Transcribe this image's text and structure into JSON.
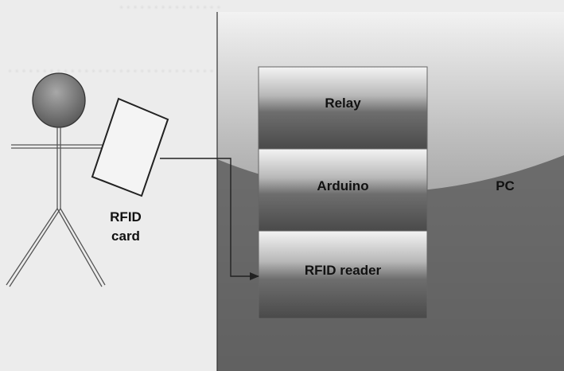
{
  "diagram": {
    "pc_label": "PC",
    "rfid_card_label_line1": "RFID",
    "rfid_card_label_line2": "card",
    "components": [
      {
        "label": "Relay"
      },
      {
        "label": "Arduino"
      },
      {
        "label": "RFID reader"
      }
    ]
  }
}
